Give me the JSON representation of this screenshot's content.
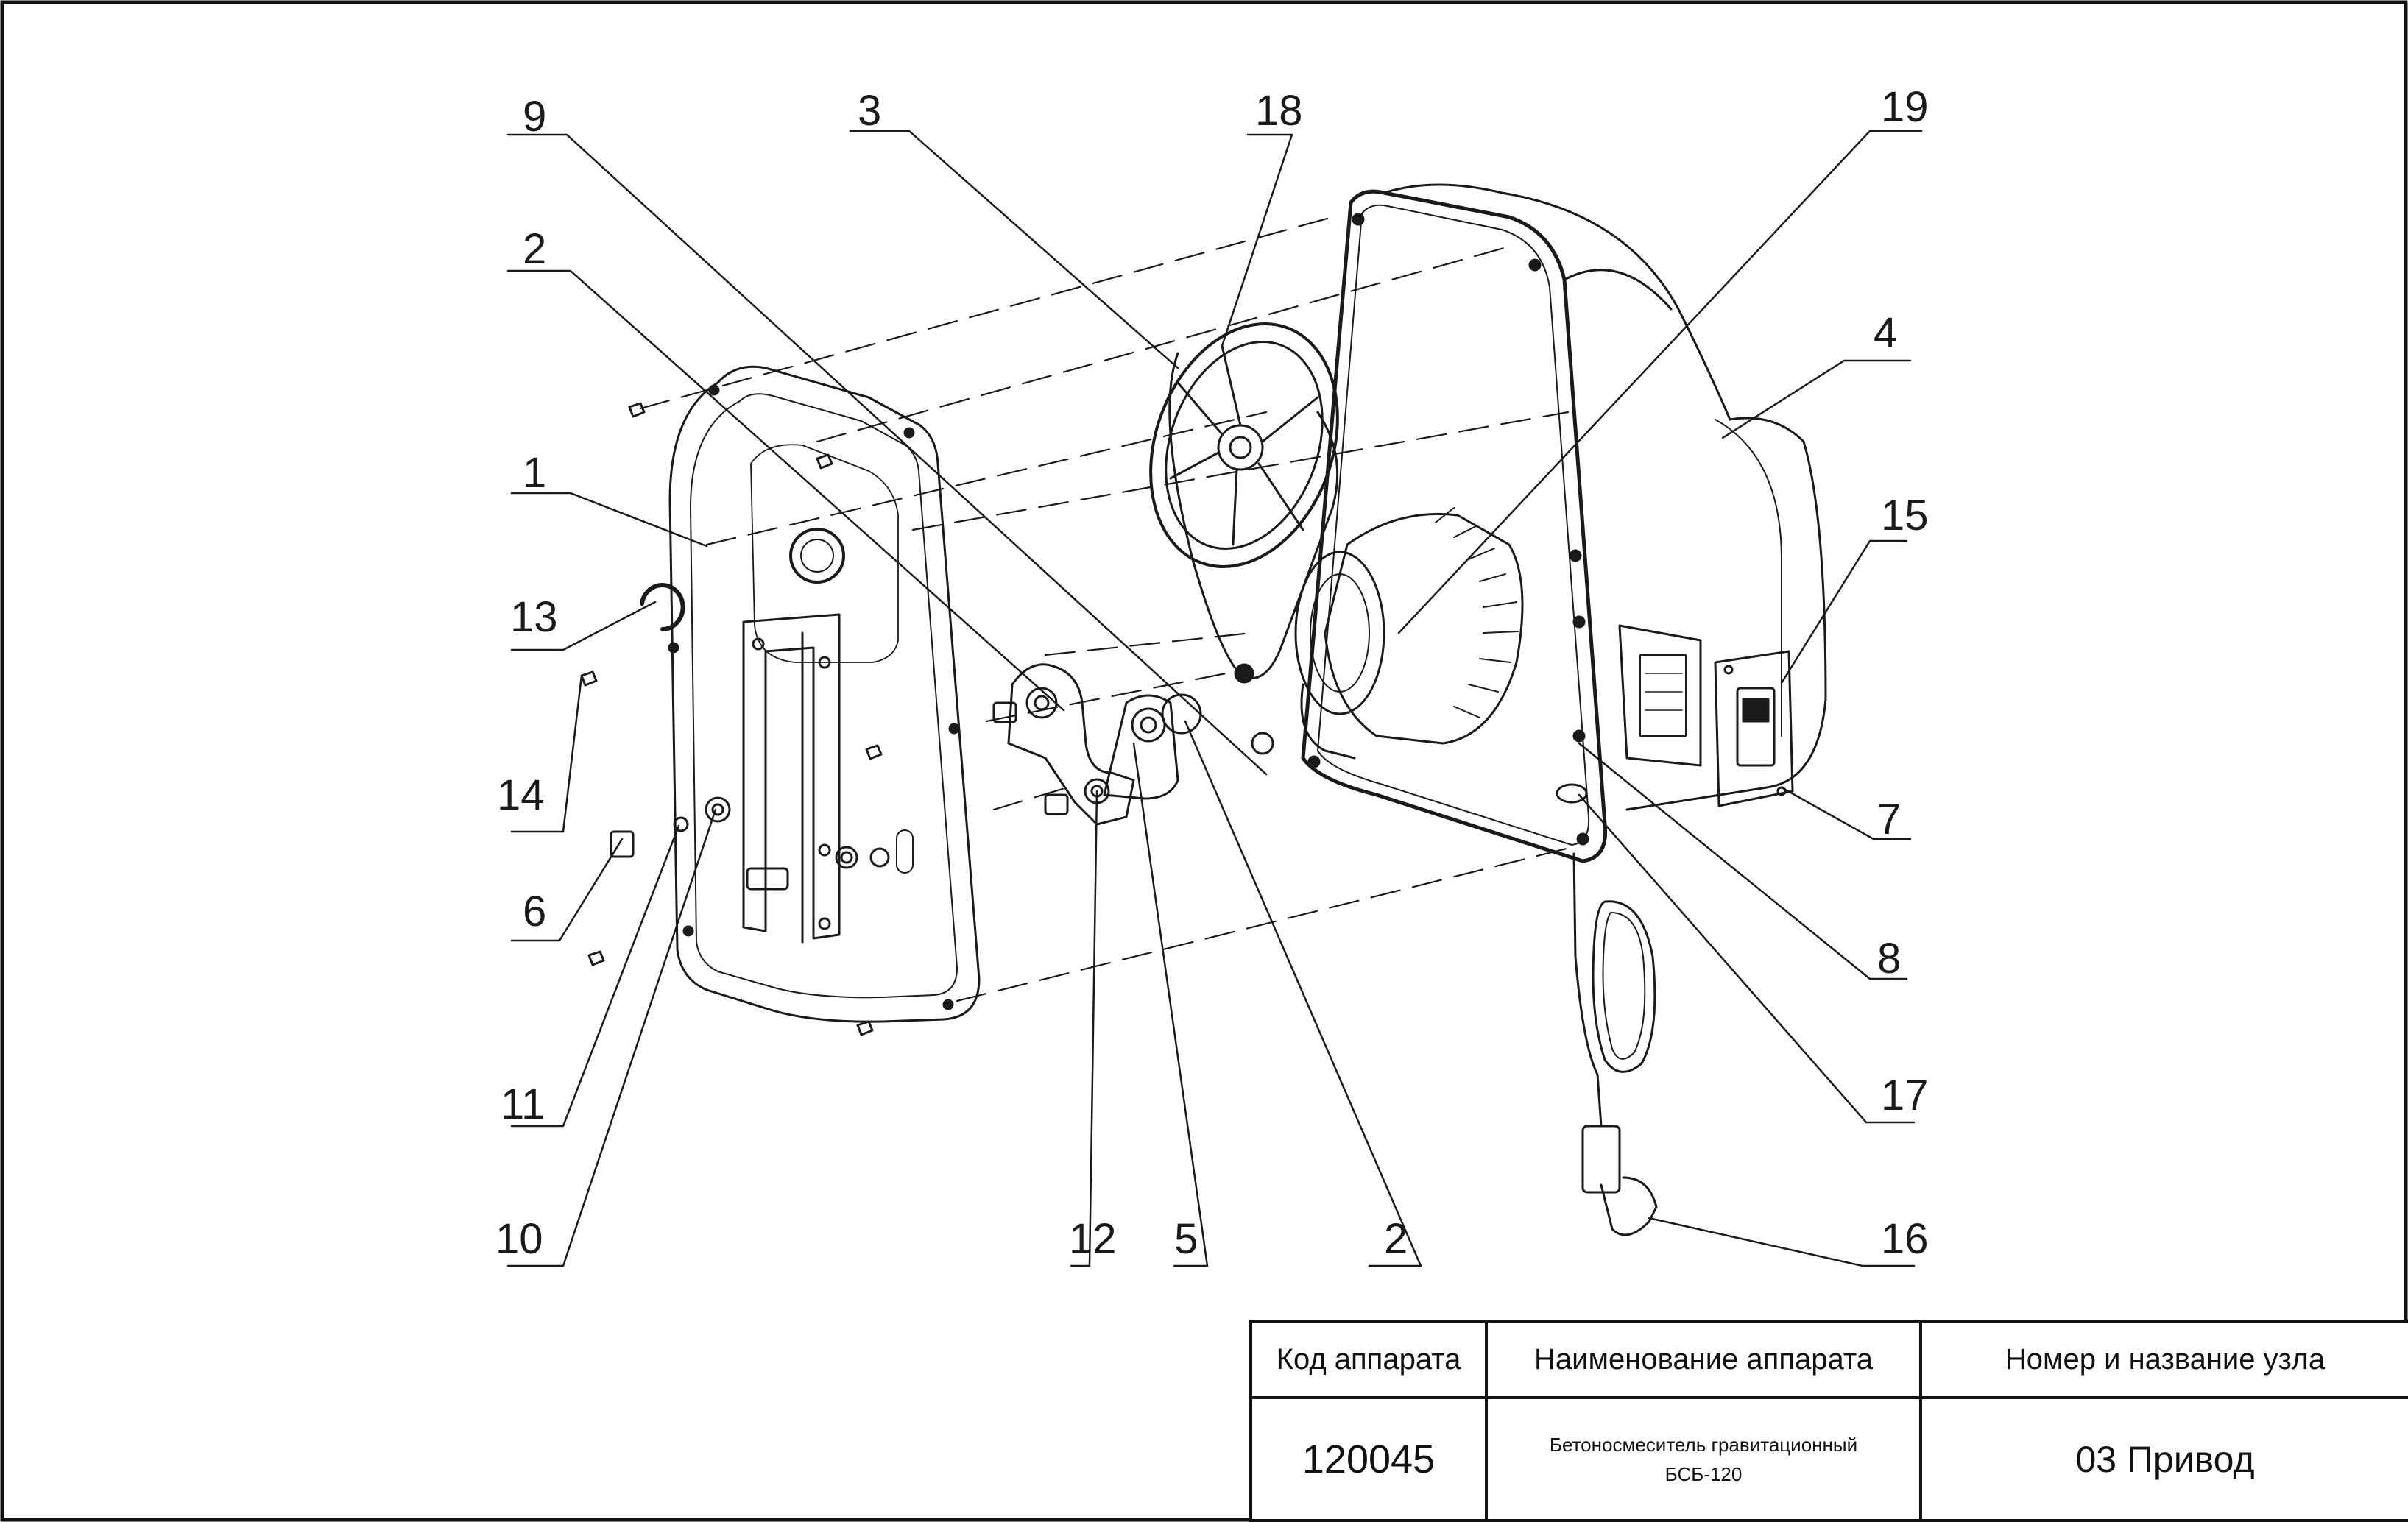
{
  "callouts": [
    {
      "id": "c9",
      "text": "9"
    },
    {
      "id": "c3",
      "text": "3"
    },
    {
      "id": "c18",
      "text": "18"
    },
    {
      "id": "c19",
      "text": "19"
    },
    {
      "id": "c2a",
      "text": "2"
    },
    {
      "id": "c4",
      "text": "4"
    },
    {
      "id": "c1",
      "text": "1"
    },
    {
      "id": "c15",
      "text": "15"
    },
    {
      "id": "c13",
      "text": "13"
    },
    {
      "id": "c14",
      "text": "14"
    },
    {
      "id": "c7",
      "text": "7"
    },
    {
      "id": "c6",
      "text": "6"
    },
    {
      "id": "c8",
      "text": "8"
    },
    {
      "id": "c17",
      "text": "17"
    },
    {
      "id": "c11",
      "text": "11"
    },
    {
      "id": "c10",
      "text": "10"
    },
    {
      "id": "c12",
      "text": "12"
    },
    {
      "id": "c5",
      "text": "5"
    },
    {
      "id": "c2b",
      "text": "2"
    },
    {
      "id": "c16",
      "text": "16"
    }
  ],
  "title_block": {
    "headers": {
      "code": "Код аппарата",
      "name": "Наименование аппарата",
      "unit": "Номер и название узла"
    },
    "values": {
      "code": "120045",
      "name_line1": "Бетоносмеситель гравитационный",
      "name_line2": "БСБ-120",
      "unit": "03 Привод"
    }
  }
}
